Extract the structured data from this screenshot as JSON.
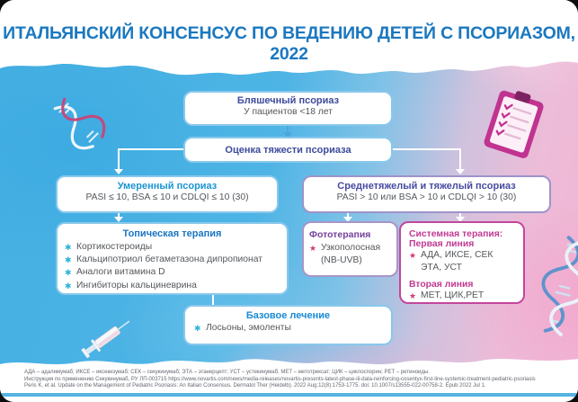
{
  "title": "ИТАЛЬЯНСКИЙ КОНСЕНСУС ПО ВЕДЕНИЮ ДЕТЕЙ С ПСОРИАЗОМ, 2022",
  "flowchart": {
    "plaque": {
      "title": "Бляшечный псориаз",
      "subtitle": "У пациентов <18 лет"
    },
    "assessment": {
      "title": "Оценка тяжести псориаза"
    },
    "moderate": {
      "title": "Умеренный псориаз",
      "subtitle": "PASI ≤ 10, BSA ≤ 10 и CDLQI ≤ 10 (30)"
    },
    "severe": {
      "title": "Среднетяжелый и тяжелый псориаз",
      "subtitle": "PASI > 10 или BSA > 10 и CDLQI > 10 (30)"
    },
    "topical": {
      "title": "Топическая терапия",
      "items": [
        "Кортикостероиды",
        "Кальципотриол бетаметазона дипропионат",
        "Аналоги витамина D",
        "Ингибиторы кальциневрина"
      ]
    },
    "phototherapy": {
      "title": "Фототерапия",
      "items": [
        "Узкополосная (NB-UVB)"
      ]
    },
    "systemic": {
      "title": "Системная терапия:",
      "first_line_label": "Первая линия",
      "first_line": "АДА, ИКСЕ, СЕК ЭТА, УСТ",
      "second_line_label": "Вторая линия",
      "second_line": "МЕТ, ЦИК,РЕТ"
    },
    "basic": {
      "title": "Базовое лечение",
      "items": [
        "Лосьоны, эмоленты"
      ]
    }
  },
  "footer": {
    "line1": "АДА – адалимумаб; ИКСЕ – иксекизумаб; СЕК – секукинумаб; ЭТА – этанерцепт; УСТ – устекинумаб; МЕТ – метотрексат; ЦИК – циклоспорин; РЕТ – ретиноиды.",
    "line2": "Инструкция по применению Секукинумаб, РУ ЛП-003715 https://www.novartis.com/news/media-releases/novartis-presents-latest-phase-iii-data-reinforcing-cosentyx-first-line-systemic-treatment-pediatric-psoriasis",
    "line3": "Peris K, et al. Update on the Management of Pediatric Psoriasis: An Italian Consensus. Dermatol Ther (Heidelb). 2022 Aug;12(8):1753-1775. doi: 10.1007/s13555-022-00758-2. Epub 2022 Jul 1."
  },
  "icons": {
    "star_cyan": "✱",
    "star_crimson": "★",
    "dna_helix_left": "dna-helix",
    "dna_helix_right": "dna-helix",
    "clipboard": "clipboard-checklist",
    "syringe": "syringe"
  },
  "colors": {
    "title_blue": "#1b78bf",
    "navy": "#3e4b9b",
    "cyan_blue": "#1b95d2",
    "blue": "#1b76c4",
    "purple": "#75419d",
    "magenta": "#c03a92",
    "border_blue": "#89c8ec",
    "border_purple": "#9e93c9",
    "border_magenta": "#c2479c",
    "star_cyan": "#2db3da",
    "star_crimson": "#d03a72",
    "bg_blue": "#46b0e3",
    "bg_pink": "#f1b5d3"
  }
}
